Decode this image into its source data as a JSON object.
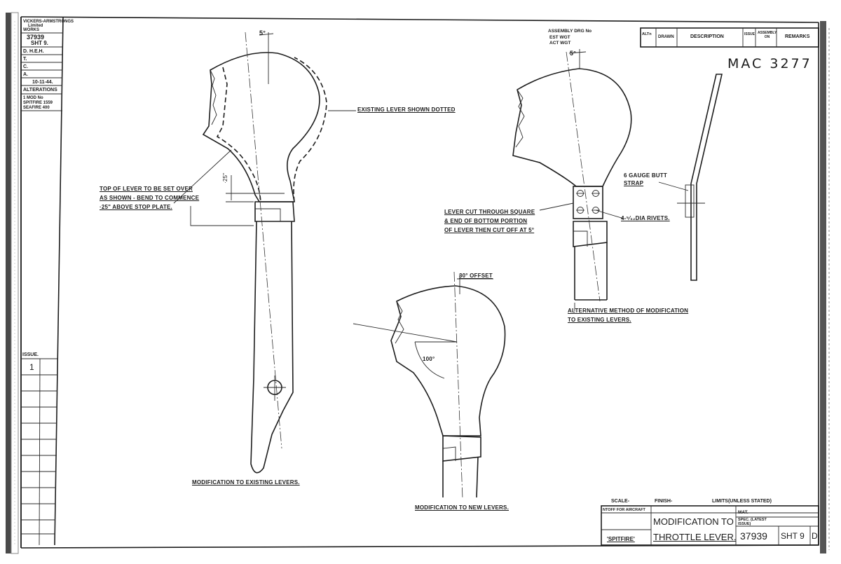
{
  "corner_block": {
    "maker": [
      "VICKERS-ARMSTRONGS",
      "Limited",
      "WORKS"
    ],
    "drawing_no": "37939",
    "sheet": "SHT 9.",
    "rows": [
      "D. H.E.H.",
      "T.",
      "C.",
      "A.",
      "10-11-44."
    ],
    "alterations_title": "ALTERATIONS",
    "alterations": [
      "1 MOD No",
      "SPITFIRE 1559",
      "SEAFIRE 400"
    ],
    "issue_label": "ISSUE.",
    "issue_value": "1"
  },
  "top_block": {
    "assembly": "ASSEMBLY DRG No",
    "est_wt": "EST WGT",
    "act_wt": "ACT WGT",
    "columns": [
      "ALTn",
      "DRAWN",
      "DESCRIPTION",
      "ISSUE",
      "ASSEMBLY ON",
      "REMARKS"
    ]
  },
  "stamp": "MAC 3277",
  "notes": {
    "angle_5_a": "5°",
    "angle_5_b": "5°",
    "existing_dotted": "EXISTING LEVER SHOWN DOTTED",
    "top_lever_1": "TOP OF LEVER TO BE SET OVER",
    "top_lever_2": "AS SHOWN - BEND TO COMMENCE",
    "top_lever_3": "·25\" ABOVE STOP PLATE.",
    "dim_25": "·25\"",
    "cut_1": "LEVER CUT THROUGH SQUARE",
    "cut_2": "& END OF BOTTOM PORTION",
    "cut_3": "OF LEVER THEN CUT OFF AT 5°",
    "rivets": "4-⁵⁄₃₂DIA RIVETS.",
    "butt_1": "6 GAUGE BUTT",
    "butt_2": "STRAP",
    "offset": "30° OFFSET",
    "angle_100": "100°",
    "alt_1": "ALTERNATIVE METHOD OF MODIFICATION",
    "alt_2": "TO EXISTING LEVERS.",
    "mod_existing": "MODIFICATION TO EXISTING LEVERS.",
    "mod_new": "MODIFICATION TO NEW LEVERS."
  },
  "title_block": {
    "scale": "SCALE-",
    "finish": "FINISH-",
    "limits": "LIMITS(UNLESS STATED)",
    "dept": "NTOFF FOR AIRCRAFT",
    "mat": "MAT.",
    "spec": "SPEC. (LATEST ISSUE)",
    "project": "'SPITFIRE'",
    "title_1": "MODIFICATION TO",
    "title_2": "THROTTLE LEVER.",
    "number": "37939",
    "sheet": "SHT 9",
    "issue": "D"
  }
}
